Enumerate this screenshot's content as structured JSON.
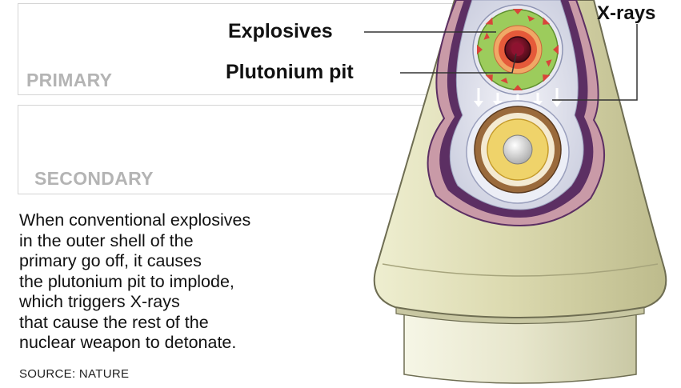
{
  "panels": {
    "primary_label": "PRIMARY",
    "secondary_label": "SECONDARY"
  },
  "callouts": {
    "explosives": "Explosives",
    "plutonium_pit": "Plutonium pit",
    "xrays": "X-rays"
  },
  "description": [
    "When conventional explosives",
    "in the outer shell of the",
    "primary go off, it causes",
    "the plutonium pit to implode,",
    "which triggers X-rays",
    "that cause the rest of the",
    "nuclear weapon to detonate."
  ],
  "source": "SOURCE: NATURE",
  "colors": {
    "shell": "#d9d8ae",
    "explosives_green": "#9ccc5c",
    "pit_core": "#6b1020",
    "secondary_ring": "#9a6a3c",
    "secondary_core": "#efd36a",
    "casing_purple": "#5c2f63",
    "heading_gray": "#b4b4b4"
  }
}
